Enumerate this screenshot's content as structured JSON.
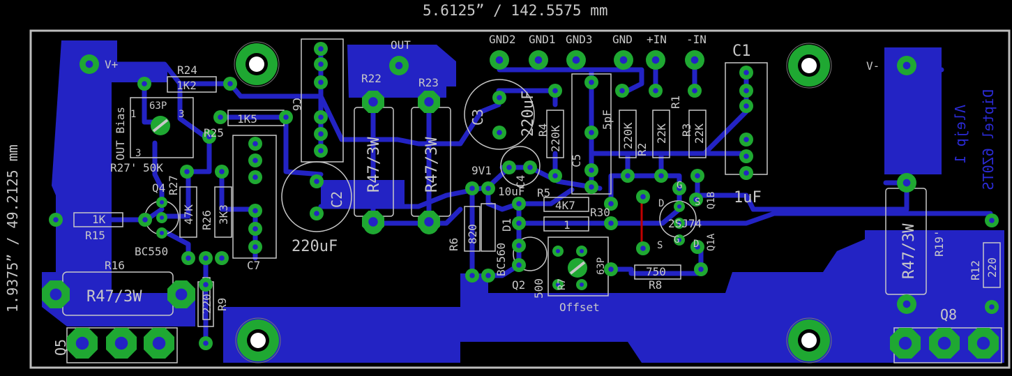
{
  "dimensions": {
    "width": "5.6125” / 142.5575 mm",
    "height": "1.9375” / 49.2125 mm"
  },
  "labels": {
    "vplus": "V+",
    "vminus": "V-",
    "out": "OUT",
    "gnd2": "GND2",
    "gnd1": "GND1",
    "gnd3": "GND3",
    "gnd": "GND",
    "plus_in": "+IN",
    "minus_in": "-IN",
    "c1": "C1",
    "c1_val": "1uF",
    "r24": "R24",
    "r24_val": "1K2",
    "cap63p": "63P",
    "pin1": "1",
    "pin3": "3",
    "pin3b": "3",
    "out_bias": "OUT Bias",
    "r25": "R25",
    "r25_val": "1K5",
    "r27p": "R27'",
    "r27p_val": "50K",
    "c6": "C6",
    "r22": "R22",
    "r23": "R23",
    "r47_a": "R47/3W",
    "r47_b": "R47/3W",
    "c3": "C3",
    "c3_val": "220uF",
    "r4": "R4",
    "r4_val": "220K",
    "c5": "C5",
    "c5_val": "5pF",
    "r2": "R2",
    "r2_val": "220K",
    "r1": "R1",
    "r1_val": "22K",
    "r3": "R3",
    "r3_val": "22K",
    "c2": "C2",
    "c2_val": "220uF",
    "c7": "C7",
    "q4": "Q4",
    "r27": "R27",
    "r27_val": "47K",
    "r26": "R26",
    "r26_val": "3K3",
    "bc550": "BC550",
    "r15": "R15",
    "r15_val": "1K",
    "r16": "R16",
    "r16_val": "R47/3W",
    "r9": "R9",
    "r9_val": "220",
    "q5": "Q5",
    "d1_val": "9V1",
    "c4": "C4",
    "c4_val": "10uF",
    "r5": "R5",
    "r5_val": "4K7",
    "r30": "R30",
    "r30_val": "1",
    "r6": "R6",
    "r6_val": "820",
    "d1": "D1",
    "bc560": "BC560",
    "q2": "Q2",
    "r7_val": "500",
    "r7": "R7",
    "offset": "Offset",
    "cap63p_b": "63P",
    "r8": "R8",
    "r8_val": "750",
    "jfet": "2SJ74",
    "g_top": "G",
    "g_bot": "G",
    "d_left": "D",
    "s_left": "S",
    "s_right": "S",
    "d_right": "D",
    "q1a": "Q1A",
    "q1b": "Q1B",
    "r19p": "R19'",
    "r19p_val": "R47/3W",
    "r12": "R12",
    "r12_val": "220",
    "q8": "Q8",
    "mirror_1": "Diptel 6Z0TS",
    "mirror_2": "Λlejp 1"
  },
  "colors": {
    "background": "#000000",
    "copper_bottom": "#2323c4",
    "pad": "#1fa832",
    "silk": "#c8c8c8",
    "outline": "#bdbdbd",
    "jumper": "#c00000"
  }
}
